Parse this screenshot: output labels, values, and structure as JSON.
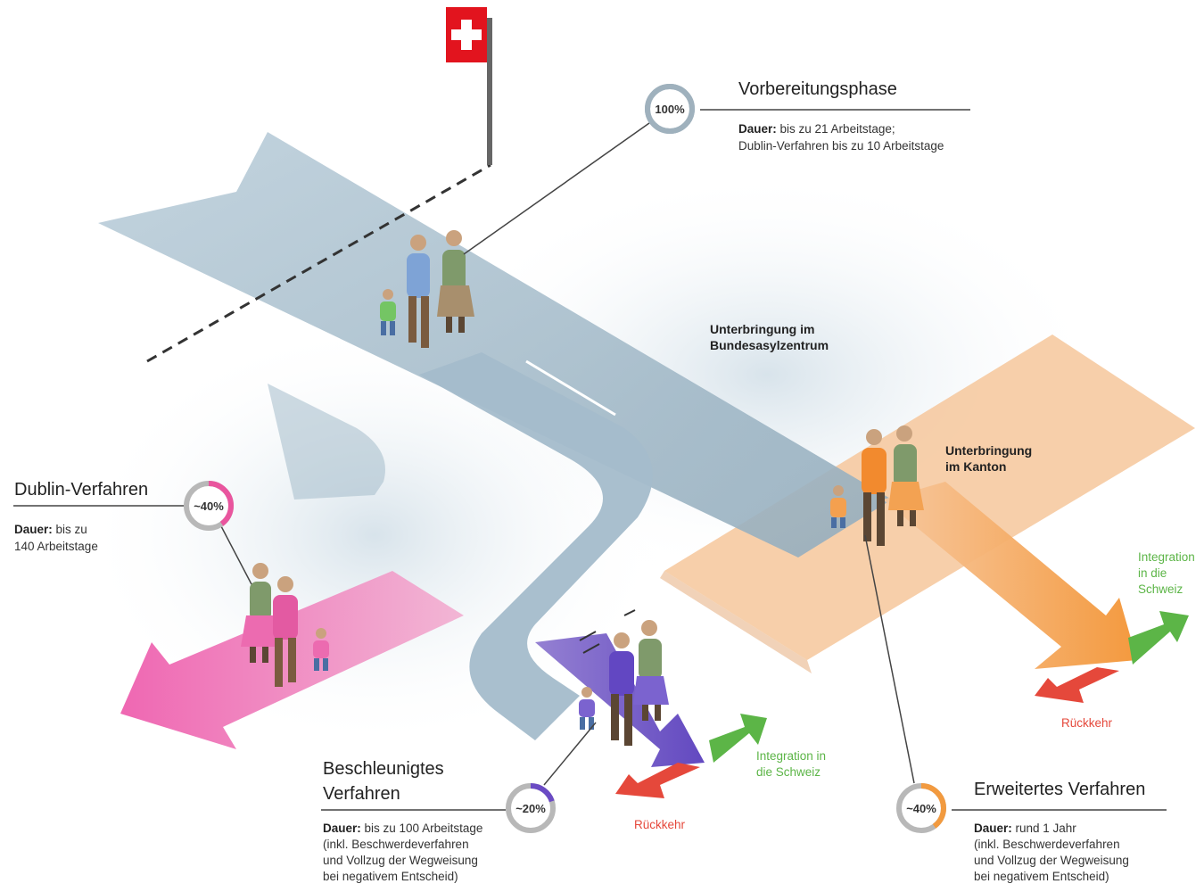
{
  "colors": {
    "road": "#9fb7c6",
    "canton": "#f6c79b",
    "dublin": "#e9559e",
    "accelerated": "#6b4bc4",
    "extended": "#f29a3f",
    "integration": "#5cb547",
    "return": "#e5483b",
    "badge_ring": "#9fb1bd"
  },
  "icons": {
    "flag": "swiss-flag-icon"
  },
  "preparation": {
    "title": "Vorbereitungsphase",
    "percent": "100%",
    "share": 100,
    "desc_label": "Dauer:",
    "desc_line1": " bis zu 21 Arbeitstage;",
    "desc_line2": "Dublin-Verfahren bis zu 10 Arbeitstage"
  },
  "federal_center": {
    "line1": "Unterbringung im",
    "line2": "Bundesasylzentrum"
  },
  "canton": {
    "line1": "Unterbringung",
    "line2": "im Kanton"
  },
  "dublin": {
    "title": "Dublin-Verfahren",
    "percent": "~40%",
    "share": 40,
    "desc_label": "Dauer:",
    "desc_line1": " bis zu",
    "desc_line2": "140 Arbeitstage"
  },
  "accelerated": {
    "title_line1": "Beschleunigtes",
    "title_line2": "Verfahren",
    "percent": "~20%",
    "share": 20,
    "desc_label": "Dauer:",
    "desc_line1": " bis zu 100 Arbeitstage",
    "desc_line2": "(inkl. Beschwerdeverfahren",
    "desc_line3": "und Vollzug der Wegweisung",
    "desc_line4": "bei negativem Entscheid)",
    "integration_line1": "Integration in",
    "integration_line2": "die Schweiz",
    "return_label": "Rückkehr"
  },
  "extended": {
    "title": "Erweitertes Verfahren",
    "percent": "~40%",
    "share": 40,
    "desc_label": "Dauer:",
    "desc_line1": " rund 1 Jahr",
    "desc_line2": "(inkl. Beschwerdeverfahren",
    "desc_line3": "und Vollzug der Wegweisung",
    "desc_line4": "bei negativem Entscheid)",
    "integration_line1": "Integration",
    "integration_line2": "in die",
    "integration_line3": "Schweiz",
    "return_label": "Rückkehr"
  }
}
